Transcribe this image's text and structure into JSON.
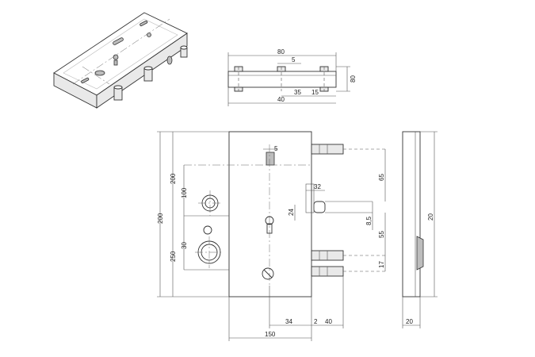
{
  "dimensions": {
    "top": {
      "overall_width": "80",
      "slot_width": "5",
      "offset_right": "35",
      "offset_pin": "15",
      "center_offset": "40",
      "height": "80"
    },
    "front": {
      "total_height": "200",
      "upper_height": "200",
      "upper_hole": "100",
      "lower_hole": "30",
      "lower_height": "250",
      "slot": "5",
      "bolt_top": "65",
      "latch_width": "32",
      "latch_offset": "24",
      "latch_gap": "8,5",
      "mid": "55",
      "bottom_pin": "17",
      "keyhole_offset": "34",
      "gap": "2",
      "pin_length": "40",
      "overall_width": "150"
    },
    "side": {
      "height": "20",
      "width": "20"
    }
  }
}
